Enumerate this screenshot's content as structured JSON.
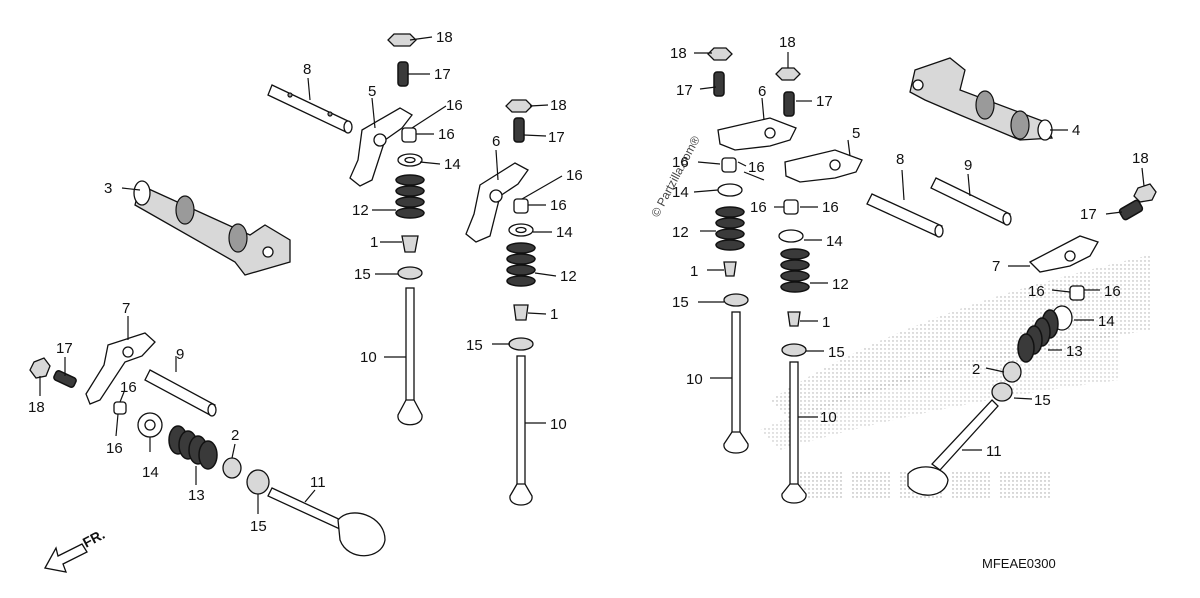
{
  "diagram": {
    "code": "MFEAE0300",
    "watermark": "© Partzilla.com®",
    "direction_label": "FR.",
    "labels": [
      "1",
      "2",
      "3",
      "4",
      "5",
      "6",
      "7",
      "8",
      "9",
      "10",
      "11",
      "12",
      "13",
      "14",
      "15",
      "16",
      "17",
      "18"
    ]
  },
  "colors": {
    "ink": "#111111",
    "shade": "#d8d8d8",
    "dark": "#9a9a9a",
    "background": "#ffffff"
  }
}
